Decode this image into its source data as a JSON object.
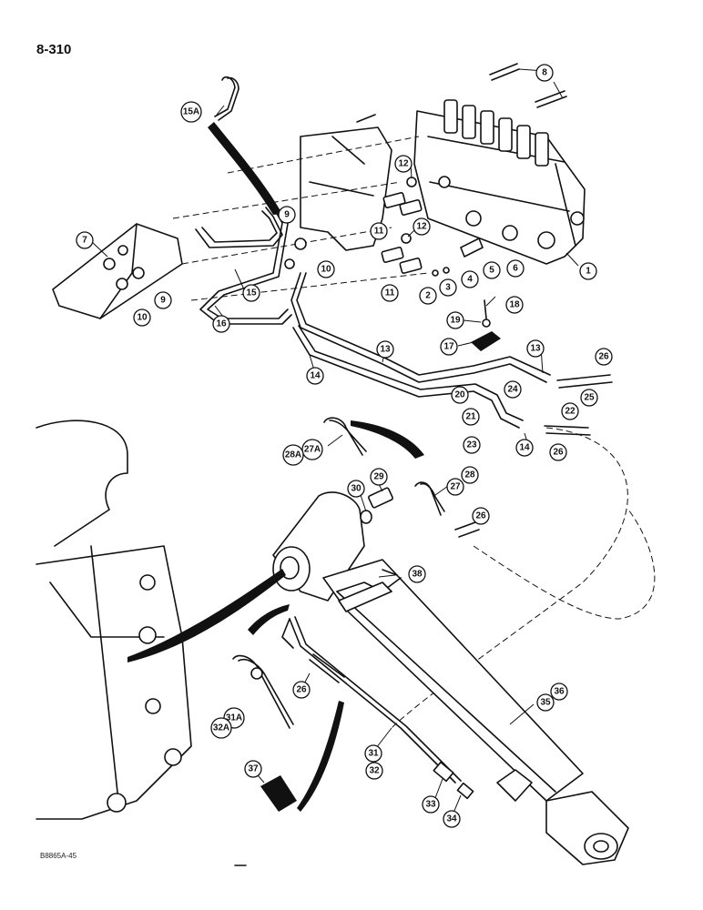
{
  "page_number": "8-310",
  "figure_code": "B8865A-45",
  "callouts": [
    "1",
    "2",
    "3",
    "4",
    "5",
    "6",
    "7",
    "8",
    "9",
    "9",
    "10",
    "10",
    "11",
    "11",
    "12",
    "12",
    "13",
    "13",
    "14",
    "14",
    "15",
    "15A",
    "16",
    "17",
    "18",
    "19",
    "20",
    "21",
    "22",
    "23",
    "24",
    "25",
    "26",
    "26",
    "26",
    "26",
    "27",
    "28",
    "27A",
    "28A",
    "29",
    "30",
    "31",
    "32",
    "31A",
    "32A",
    "33",
    "34",
    "35",
    "36",
    "37",
    "38"
  ]
}
